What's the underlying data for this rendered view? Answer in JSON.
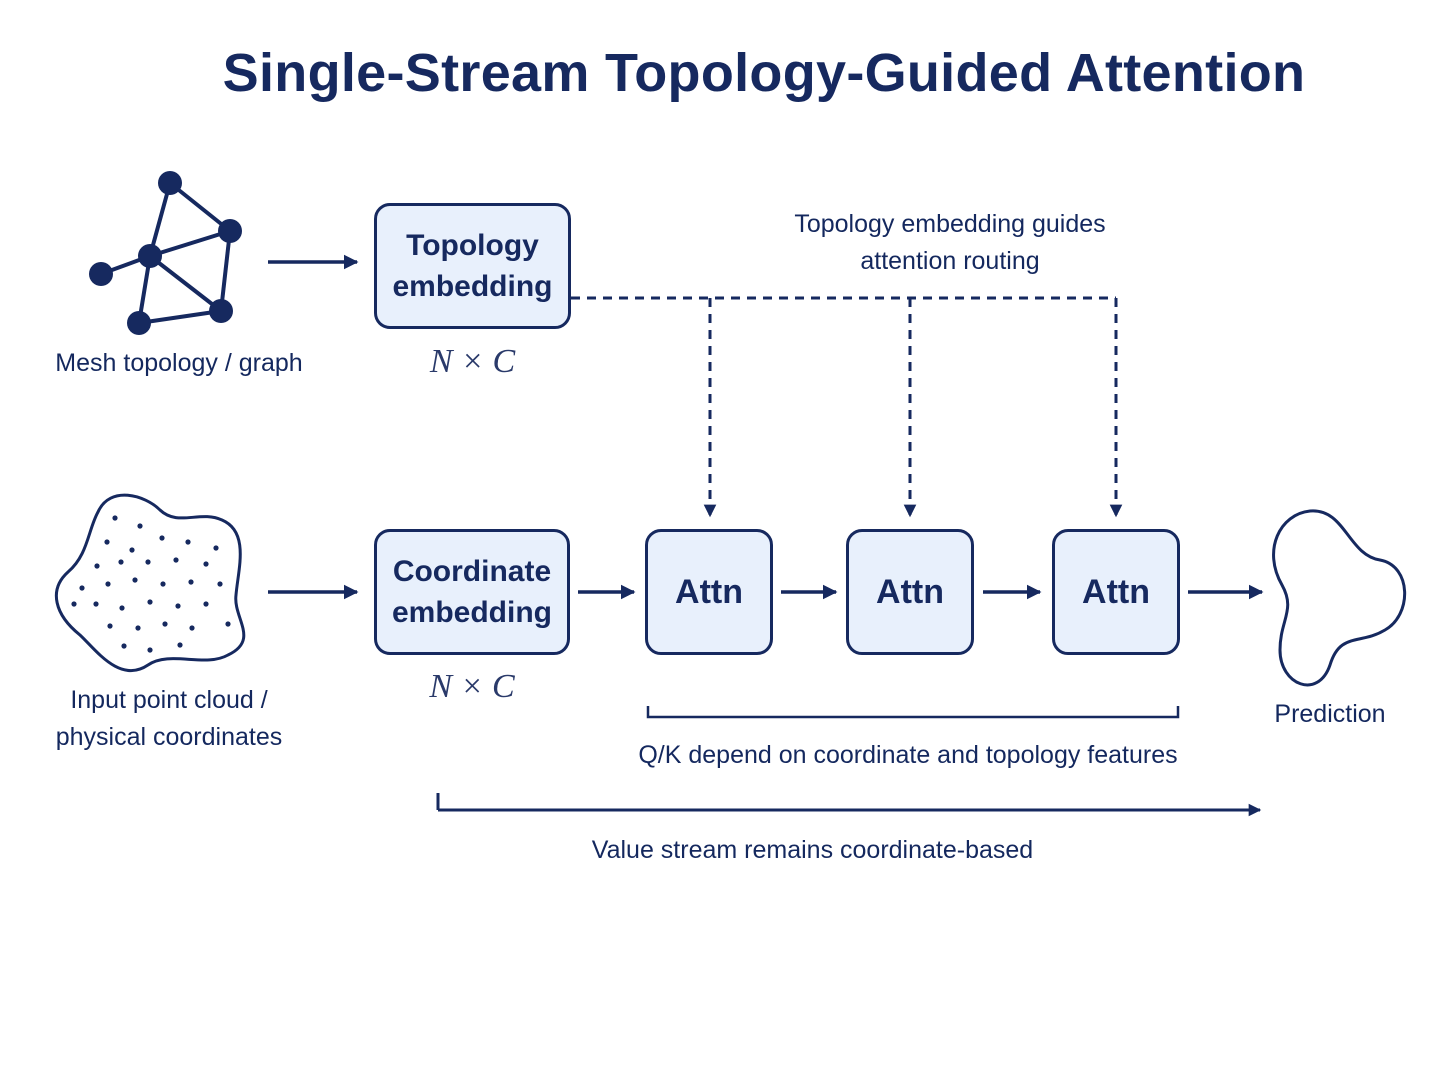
{
  "title": "Single-Stream Topology-Guided Attention",
  "colors": {
    "ink": "#16295f",
    "box_fill": "#e8f0fc",
    "background": "#ffffff"
  },
  "icons": [
    "mesh-graph-icon",
    "point-cloud-icon",
    "prediction-shape-icon"
  ],
  "mesh_label": "Mesh topology / graph",
  "topology_box": {
    "line1": "Topology",
    "line2": "embedding",
    "dim": "N × C"
  },
  "point_cloud_label": {
    "line1": "Input point cloud /",
    "line2": "physical coordinates"
  },
  "coordinate_box": {
    "line1": "Coordinate",
    "line2": "embedding",
    "dim": "N × C"
  },
  "attn_blocks": [
    "Attn",
    "Attn",
    "Attn"
  ],
  "guide_note": {
    "line1": "Topology embedding guides",
    "line2": "attention routing"
  },
  "prediction_label": "Prediction",
  "qk_note": "Q/K depend on coordinate and topology features",
  "value_note": "Value stream remains coordinate-based"
}
